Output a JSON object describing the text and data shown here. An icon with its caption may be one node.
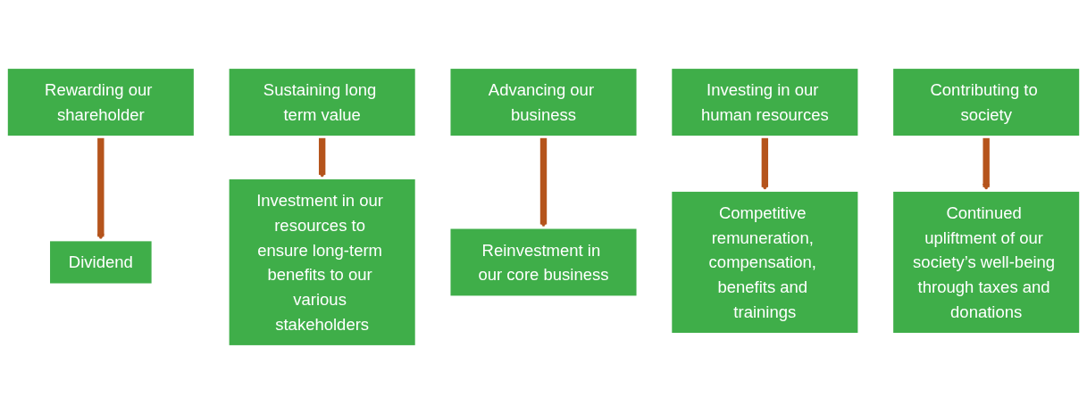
{
  "diagram": {
    "nodes": [
      {
        "text": [
          "Rewarding our shareholder"
        ]
      },
      {
        "text": [
          "Sustaining long term value"
        ]
      },
      {
        "text": [
          "Advancing our business"
        ]
      },
      {
        "text": [
          "Investing in our human resources"
        ]
      },
      {
        "text": [
          "Contributing to society"
        ]
      },
      {
        "text": [
          "Dividend"
        ]
      },
      {
        "text": [
          "Investment in our resources to ensure long-term benefits to our various stakeholders"
        ]
      },
      {
        "text": [
          "Reinvestment in our core business"
        ]
      },
      {
        "text": [
          "Competitive remuneration, compensation, benefits and trainings"
        ]
      },
      {
        "text": [
          "Continued upliftment of our society’s well-being through taxes and donations"
        ]
      }
    ],
    "edges": [
      {
        "from": 0,
        "to": 5,
        "arrow": "to"
      },
      {
        "from": 1,
        "to": 6,
        "arrow": "to"
      },
      {
        "from": 2,
        "to": 7,
        "arrow": "to"
      },
      {
        "from": 3,
        "to": 8,
        "arrow": "to"
      },
      {
        "from": 4,
        "to": 9,
        "arrow": "to"
      }
    ]
  }
}
